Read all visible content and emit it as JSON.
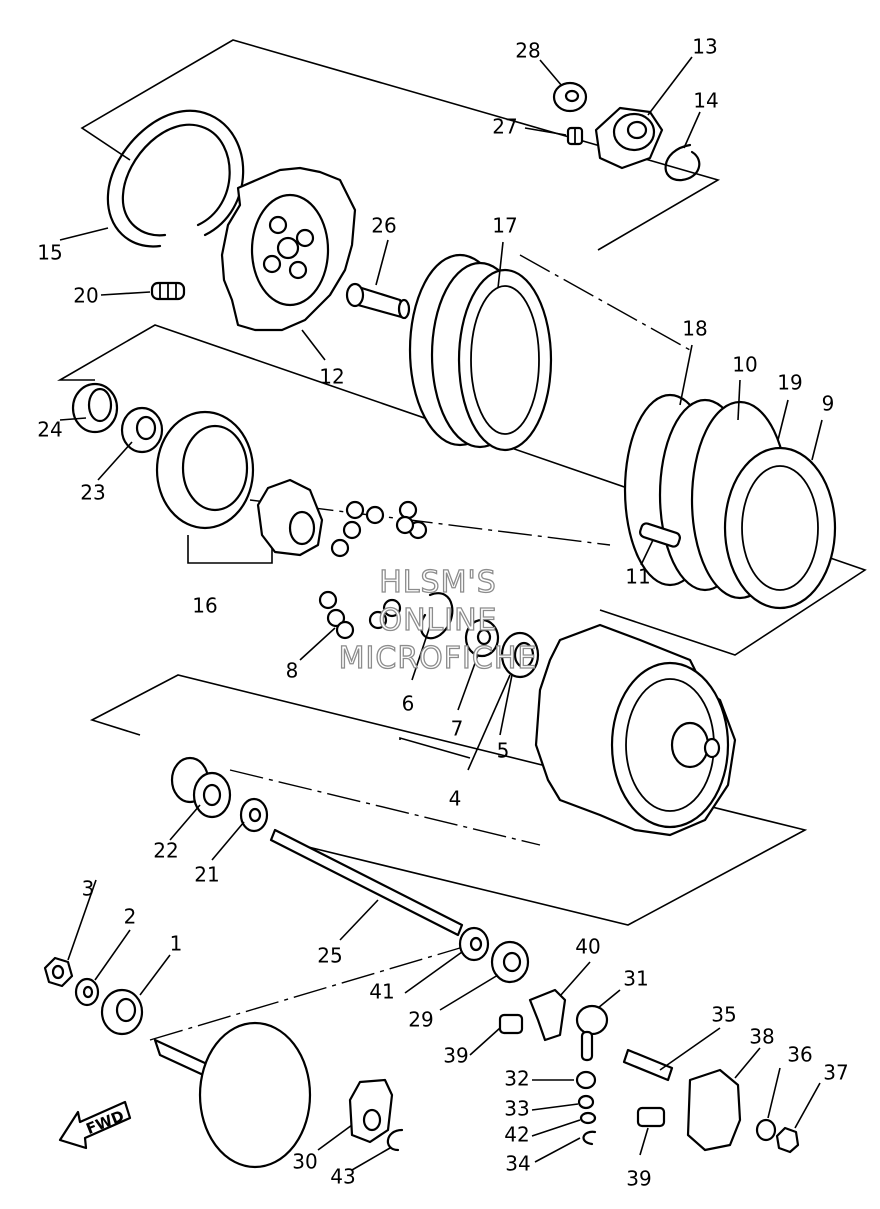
{
  "watermark": [
    "HLSM'S",
    "ONLINE",
    "MICROFICHE"
  ],
  "direction_arrow": {
    "label": "FWD",
    "icon": "forward-arrow-icon"
  },
  "callouts": [
    {
      "num": "1"
    },
    {
      "num": "2"
    },
    {
      "num": "3"
    },
    {
      "num": "4"
    },
    {
      "num": "5"
    },
    {
      "num": "6"
    },
    {
      "num": "7"
    },
    {
      "num": "8"
    },
    {
      "num": "9"
    },
    {
      "num": "10"
    },
    {
      "num": "11"
    },
    {
      "num": "12"
    },
    {
      "num": "13"
    },
    {
      "num": "14"
    },
    {
      "num": "15"
    },
    {
      "num": "16"
    },
    {
      "num": "17"
    },
    {
      "num": "18"
    },
    {
      "num": "19"
    },
    {
      "num": "20"
    },
    {
      "num": "21"
    },
    {
      "num": "22"
    },
    {
      "num": "23"
    },
    {
      "num": "24"
    },
    {
      "num": "25"
    },
    {
      "num": "26"
    },
    {
      "num": "27"
    },
    {
      "num": "28"
    },
    {
      "num": "29"
    },
    {
      "num": "30"
    },
    {
      "num": "31"
    },
    {
      "num": "32"
    },
    {
      "num": "33"
    },
    {
      "num": "34"
    },
    {
      "num": "35"
    },
    {
      "num": "36"
    },
    {
      "num": "37"
    },
    {
      "num": "38"
    },
    {
      "num": "39"
    },
    {
      "num": "39"
    },
    {
      "num": "40"
    },
    {
      "num": "41"
    },
    {
      "num": "42"
    },
    {
      "num": "43"
    }
  ]
}
